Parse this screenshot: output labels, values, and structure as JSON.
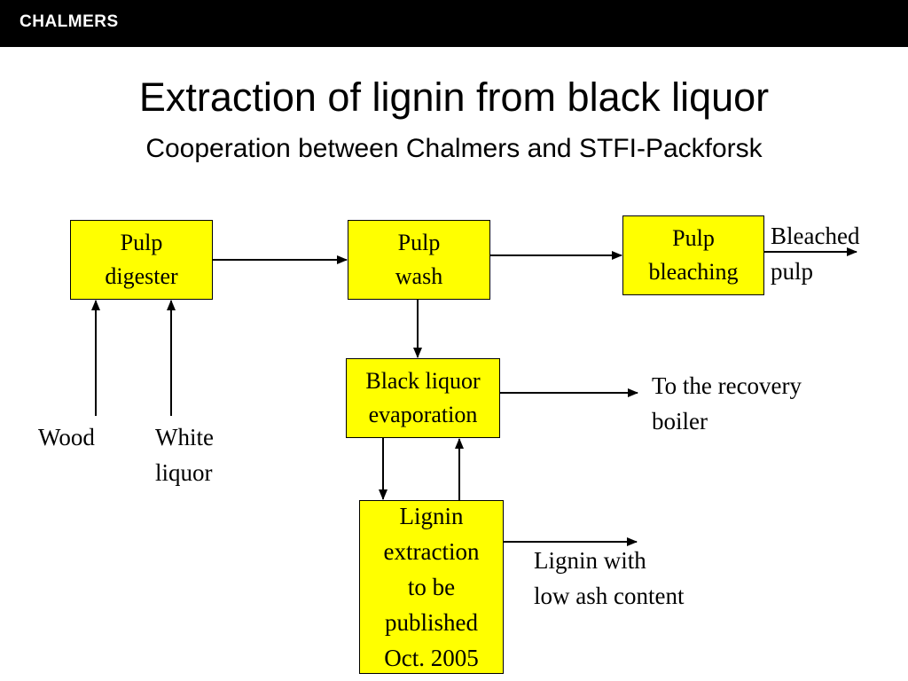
{
  "header": {
    "logo": "CHALMERS",
    "title": "Extraction of lignin from black liquor",
    "subtitle": "Cooperation between Chalmers and STFI-Packforsk"
  },
  "colors": {
    "box_fill": "#FFFF00",
    "header_bar": "#000000"
  },
  "boxes": {
    "pulp_digester": [
      "Pulp",
      "digester"
    ],
    "pulp_wash": [
      "Pulp",
      "wash"
    ],
    "pulp_bleaching": [
      "Pulp",
      "bleaching"
    ],
    "black_liquor_evaporation": [
      "Black liquor",
      "evaporation"
    ],
    "lignin_extraction": [
      "Lignin",
      "extraction",
      "to be",
      "published",
      "Oct. 2005"
    ]
  },
  "labels": {
    "bleached_pulp": [
      "Bleached",
      "pulp"
    ],
    "recovery_boiler": [
      "To the recovery",
      "boiler"
    ],
    "wood": [
      "Wood"
    ],
    "white_liquor": [
      "White",
      "liquor"
    ],
    "lignin_output": [
      "Lignin with",
      "low ash content"
    ]
  }
}
